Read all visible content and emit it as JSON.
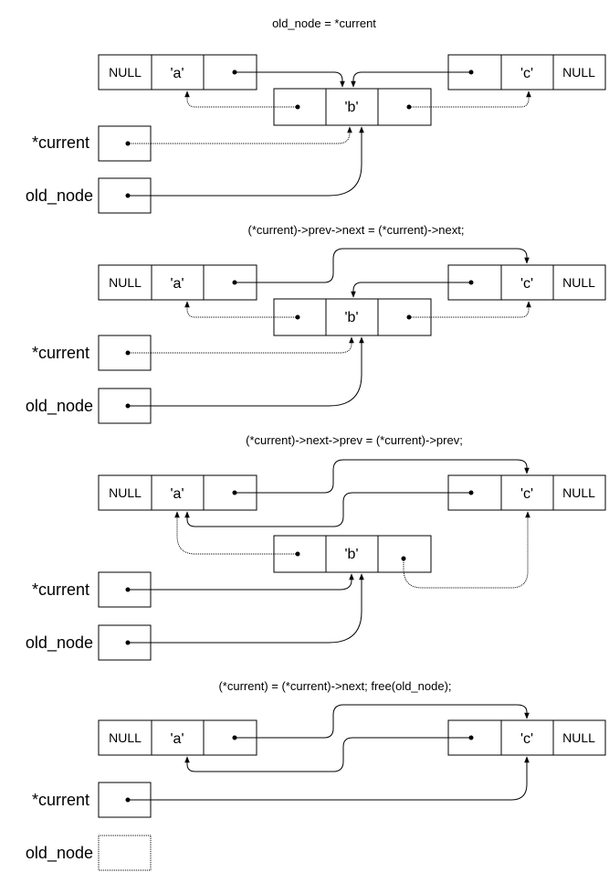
{
  "colors": {
    "stroke": "#000000",
    "background": "#ffffff"
  },
  "panels": [
    {
      "caption": "old_node = *current",
      "nodes": {
        "a": {
          "prev": "NULL",
          "value": "'a'"
        },
        "b": {
          "value": "'b'"
        },
        "c": {
          "value": "'c'",
          "next": "NULL"
        }
      },
      "vars": {
        "current": "*current",
        "old_node": "old_node"
      }
    },
    {
      "caption": "(*current)->prev->next = (*current)->next;",
      "nodes": {
        "a": {
          "prev": "NULL",
          "value": "'a'"
        },
        "b": {
          "value": "'b'"
        },
        "c": {
          "value": "'c'",
          "next": "NULL"
        }
      },
      "vars": {
        "current": "*current",
        "old_node": "old_node"
      }
    },
    {
      "caption": "(*current)->next->prev = (*current)->prev;",
      "nodes": {
        "a": {
          "prev": "NULL",
          "value": "'a'"
        },
        "b": {
          "value": "'b'"
        },
        "c": {
          "value": "'c'",
          "next": "NULL"
        }
      },
      "vars": {
        "current": "*current",
        "old_node": "old_node"
      }
    },
    {
      "caption": "(*current) = (*current)->next; free(old_node);",
      "nodes": {
        "a": {
          "prev": "NULL",
          "value": "'a'"
        },
        "c": {
          "value": "'c'",
          "next": "NULL"
        }
      },
      "vars": {
        "current": "*current",
        "old_node": "old_node"
      }
    }
  ]
}
